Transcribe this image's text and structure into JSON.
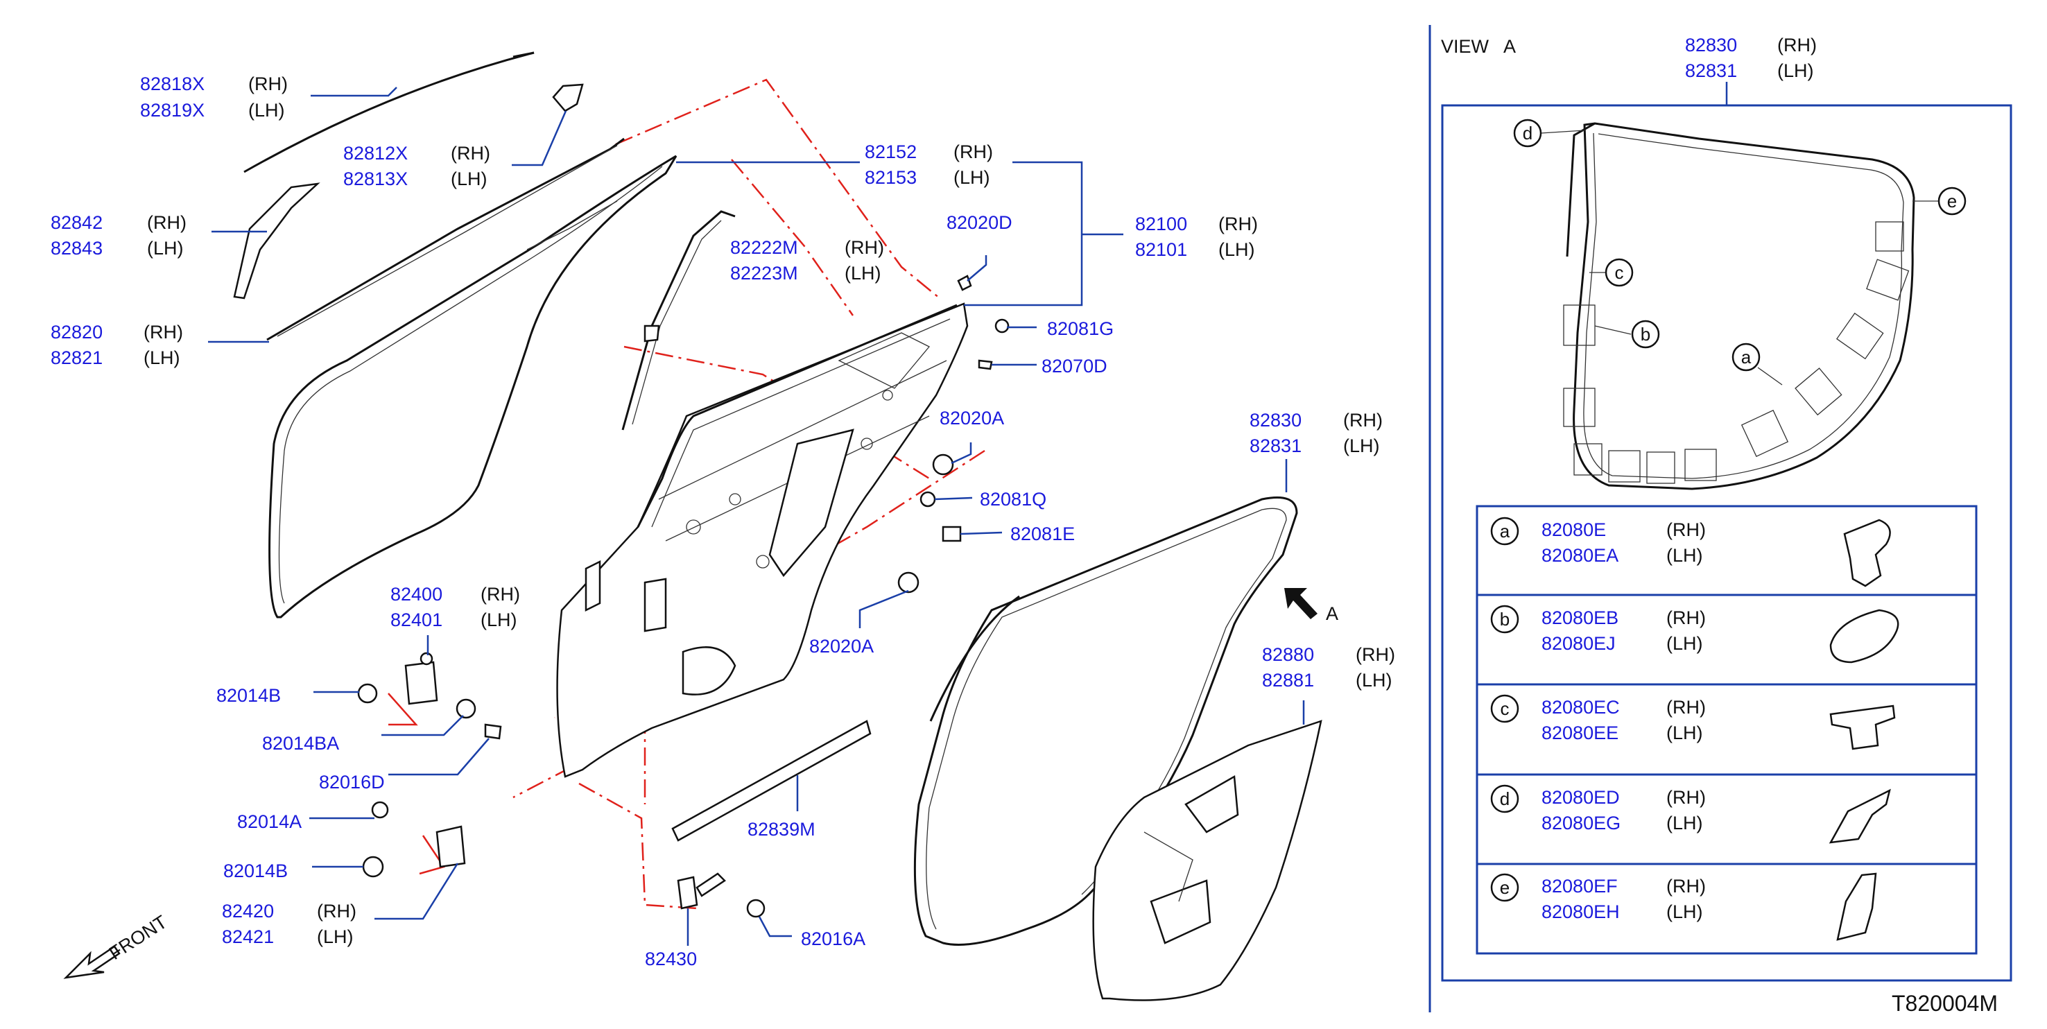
{
  "view_title": "VIEW   A",
  "drawing_code": "T820004M",
  "front_label": "FRONT",
  "view_arrow_label": "A",
  "callouts": [
    {
      "id": "c_82818",
      "parts": [
        "82818X",
        "82819X"
      ],
      "sides": [
        "(RH)",
        "(LH)"
      ]
    },
    {
      "id": "c_82812",
      "parts": [
        "82812X",
        "82813X"
      ],
      "sides": [
        "(RH)",
        "(LH)"
      ]
    },
    {
      "id": "c_82842",
      "parts": [
        "82842",
        "82843"
      ],
      "sides": [
        "(RH)",
        "(LH)"
      ]
    },
    {
      "id": "c_82820",
      "parts": [
        "82820",
        "82821"
      ],
      "sides": [
        "(RH)",
        "(LH)"
      ]
    },
    {
      "id": "c_82152",
      "parts": [
        "82152",
        "82153"
      ],
      "sides": [
        "(RH)",
        "(LH)"
      ]
    },
    {
      "id": "c_82100",
      "parts": [
        "82100",
        "82101"
      ],
      "sides": [
        "(RH)",
        "(LH)"
      ]
    },
    {
      "id": "c_82222",
      "parts": [
        "82222M",
        "82223M"
      ],
      "sides": [
        "(RH)",
        "(LH)"
      ]
    },
    {
      "id": "c_82020D",
      "parts": [
        "82020D"
      ],
      "sides": []
    },
    {
      "id": "c_82081G",
      "parts": [
        "82081G"
      ],
      "sides": []
    },
    {
      "id": "c_82070D",
      "parts": [
        "82070D"
      ],
      "sides": []
    },
    {
      "id": "c_82020A_top",
      "parts": [
        "82020A"
      ],
      "sides": []
    },
    {
      "id": "c_82081Q",
      "parts": [
        "82081Q"
      ],
      "sides": []
    },
    {
      "id": "c_82081E",
      "parts": [
        "82081E"
      ],
      "sides": []
    },
    {
      "id": "c_82020A_bot",
      "parts": [
        "82020A"
      ],
      "sides": []
    },
    {
      "id": "c_82400",
      "parts": [
        "82400",
        "82401"
      ],
      "sides": [
        "(RH)",
        "(LH)"
      ]
    },
    {
      "id": "c_82014B_top",
      "parts": [
        "82014B"
      ],
      "sides": []
    },
    {
      "id": "c_82014BA",
      "parts": [
        "82014BA"
      ],
      "sides": []
    },
    {
      "id": "c_82016D",
      "parts": [
        "82016D"
      ],
      "sides": []
    },
    {
      "id": "c_82014A",
      "parts": [
        "82014A"
      ],
      "sides": []
    },
    {
      "id": "c_82014B_bot",
      "parts": [
        "82014B"
      ],
      "sides": []
    },
    {
      "id": "c_82420",
      "parts": [
        "82420",
        "82421"
      ],
      "sides": [
        "(RH)",
        "(LH)"
      ]
    },
    {
      "id": "c_82430",
      "parts": [
        "82430"
      ],
      "sides": []
    },
    {
      "id": "c_82016A",
      "parts": [
        "82016A"
      ],
      "sides": []
    },
    {
      "id": "c_82839M",
      "parts": [
        "82839M"
      ],
      "sides": []
    },
    {
      "id": "c_82830_main",
      "parts": [
        "82830",
        "82831"
      ],
      "sides": [
        "(RH)",
        "(LH)"
      ]
    },
    {
      "id": "c_82880",
      "parts": [
        "82880",
        "82881"
      ],
      "sides": [
        "(RH)",
        "(LH)"
      ]
    },
    {
      "id": "c_82830_view",
      "parts": [
        "82830",
        "82831"
      ],
      "sides": [
        "(RH)",
        "(LH)"
      ]
    }
  ],
  "view_letters": [
    "a",
    "b",
    "c",
    "d",
    "e"
  ],
  "clip_table": [
    {
      "letter": "a",
      "parts": [
        "82080E",
        "82080EA"
      ],
      "sides": [
        "(RH)",
        "(LH)"
      ]
    },
    {
      "letter": "b",
      "parts": [
        "82080EB",
        "82080EJ"
      ],
      "sides": [
        "(RH)",
        "(LH)"
      ]
    },
    {
      "letter": "c",
      "parts": [
        "82080EC",
        "82080EE"
      ],
      "sides": [
        "(RH)",
        "(LH)"
      ]
    },
    {
      "letter": "d",
      "parts": [
        "82080ED",
        "82080EG"
      ],
      "sides": [
        "(RH)",
        "(LH)"
      ]
    },
    {
      "letter": "e",
      "parts": [
        "82080EF",
        "82080EH"
      ],
      "sides": [
        "(RH)",
        "(LH)"
      ]
    }
  ]
}
